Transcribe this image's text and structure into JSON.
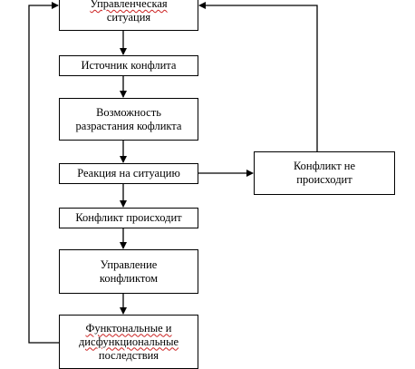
{
  "nodes": {
    "situation": {
      "lines": [
        "Управленческая",
        "ситуация"
      ]
    },
    "source": {
      "lines": [
        "Источник конфлита"
      ]
    },
    "growth": {
      "lines": [
        "Возможность",
        "разрастания кофликта"
      ]
    },
    "reaction": {
      "lines": [
        "Реакция на ситуацию"
      ]
    },
    "conflict": {
      "lines": [
        "Конфликт происходит"
      ]
    },
    "management": {
      "lines": [
        "Управление",
        "конфликтом"
      ]
    },
    "consequences": {
      "lines": [
        "Функтональные и",
        "дисфункциональные",
        "последствия"
      ]
    },
    "no_conflict": {
      "lines": [
        "Конфликт не",
        "происходит"
      ]
    }
  }
}
